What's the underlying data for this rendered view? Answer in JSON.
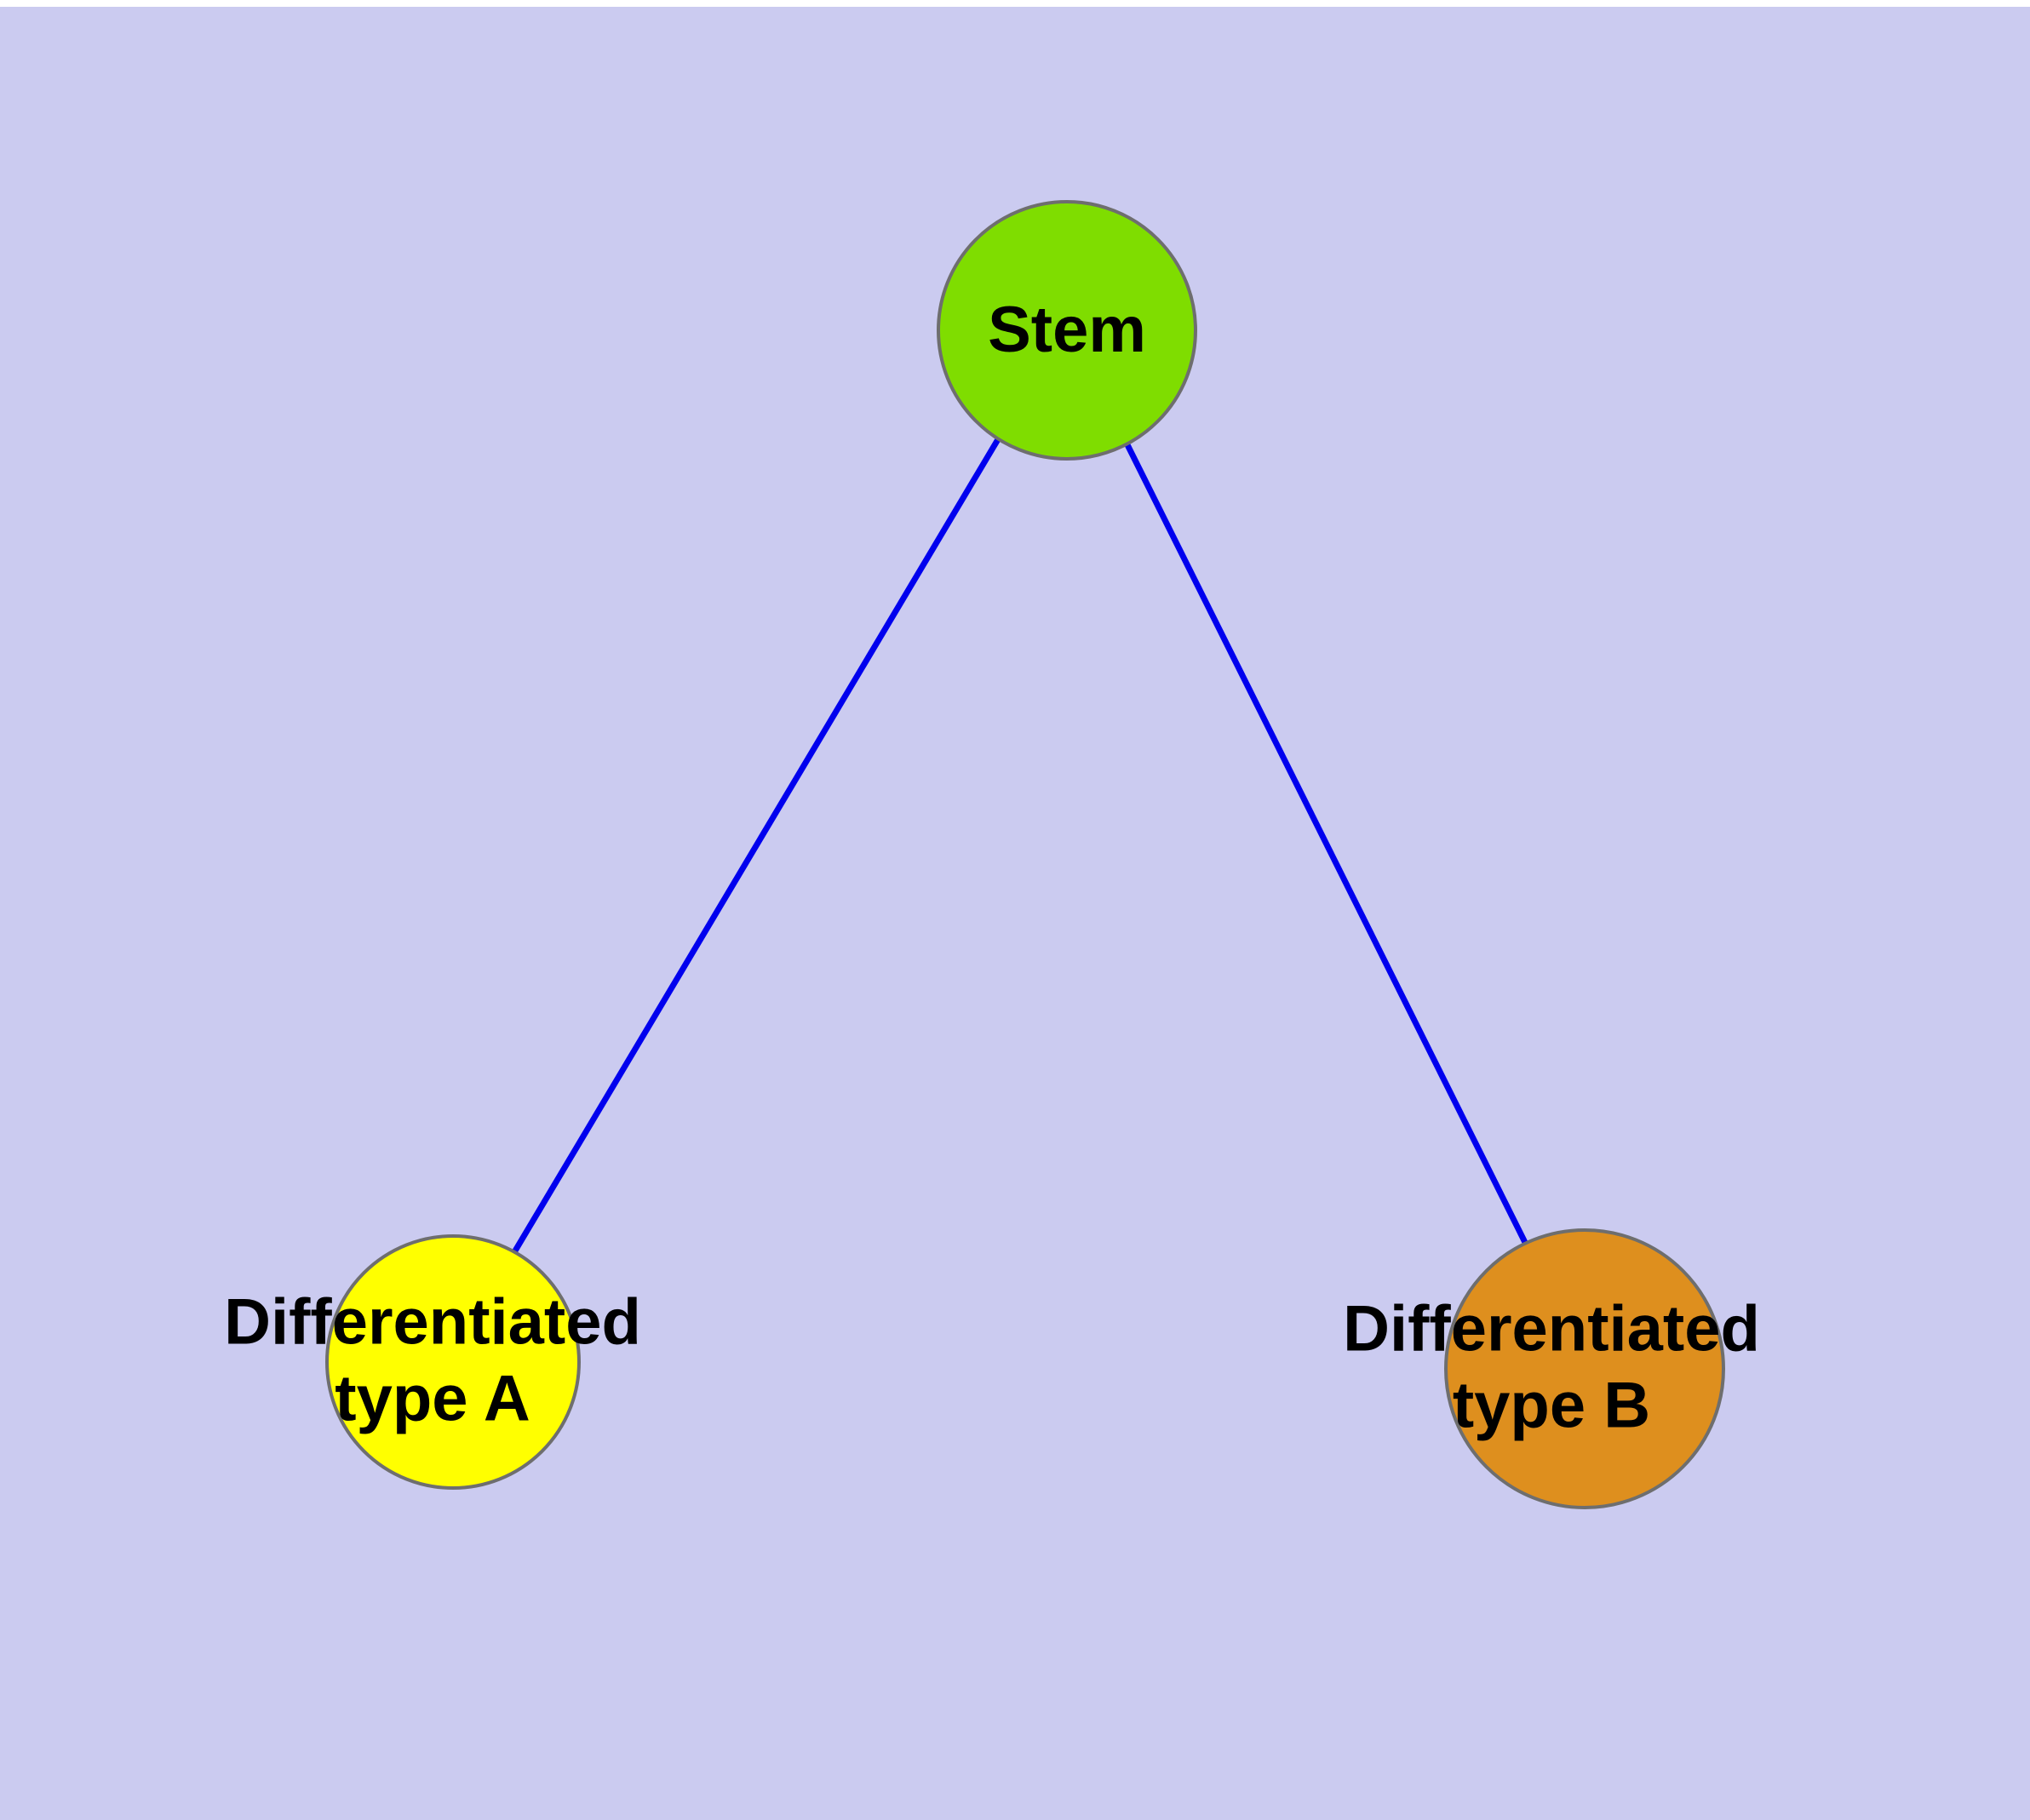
{
  "diagram": {
    "title": "",
    "background_color": "#cbcbf0",
    "edge_color": "#0000ee",
    "node_border_color": "#6e6e6e",
    "text_color": "#000000",
    "nodes": [
      {
        "id": "stem",
        "label": "Stem",
        "fill": "#7fdd00",
        "shape": "circle"
      },
      {
        "id": "differentiated-type-a",
        "label": "Differentiated\ntype A",
        "fill": "#ffff00",
        "shape": "circle"
      },
      {
        "id": "differentiated-type-b",
        "label": "Differentiated\ntype B",
        "fill": "#de8f1e",
        "shape": "circle"
      }
    ],
    "edges": [
      {
        "from": "stem",
        "to": "differentiated-type-a"
      },
      {
        "from": "stem",
        "to": "differentiated-type-b"
      }
    ]
  }
}
